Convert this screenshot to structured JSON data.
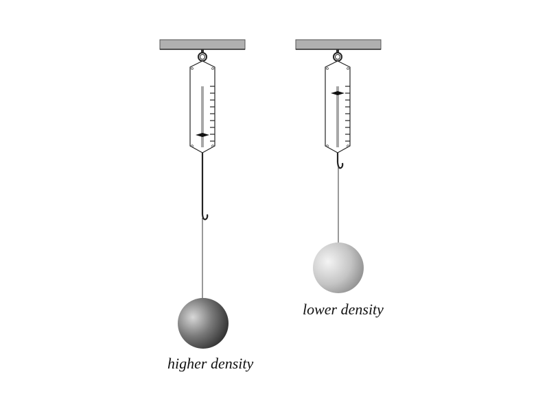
{
  "diagram": {
    "title": "",
    "left": {
      "label": "higher density",
      "pointer_tick_index": 7,
      "sphere_color_dark": "#3a3a3a",
      "sphere_color_light": "#d8d8d8"
    },
    "right": {
      "label": "lower density",
      "pointer_tick_index": 1,
      "sphere_color_dark": "#9a9a9a",
      "sphere_color_light": "#f2f2f2"
    },
    "colors": {
      "ceiling": "#b0b0b0",
      "outline": "#222222",
      "scale_bar": "#a8a8a8"
    }
  }
}
